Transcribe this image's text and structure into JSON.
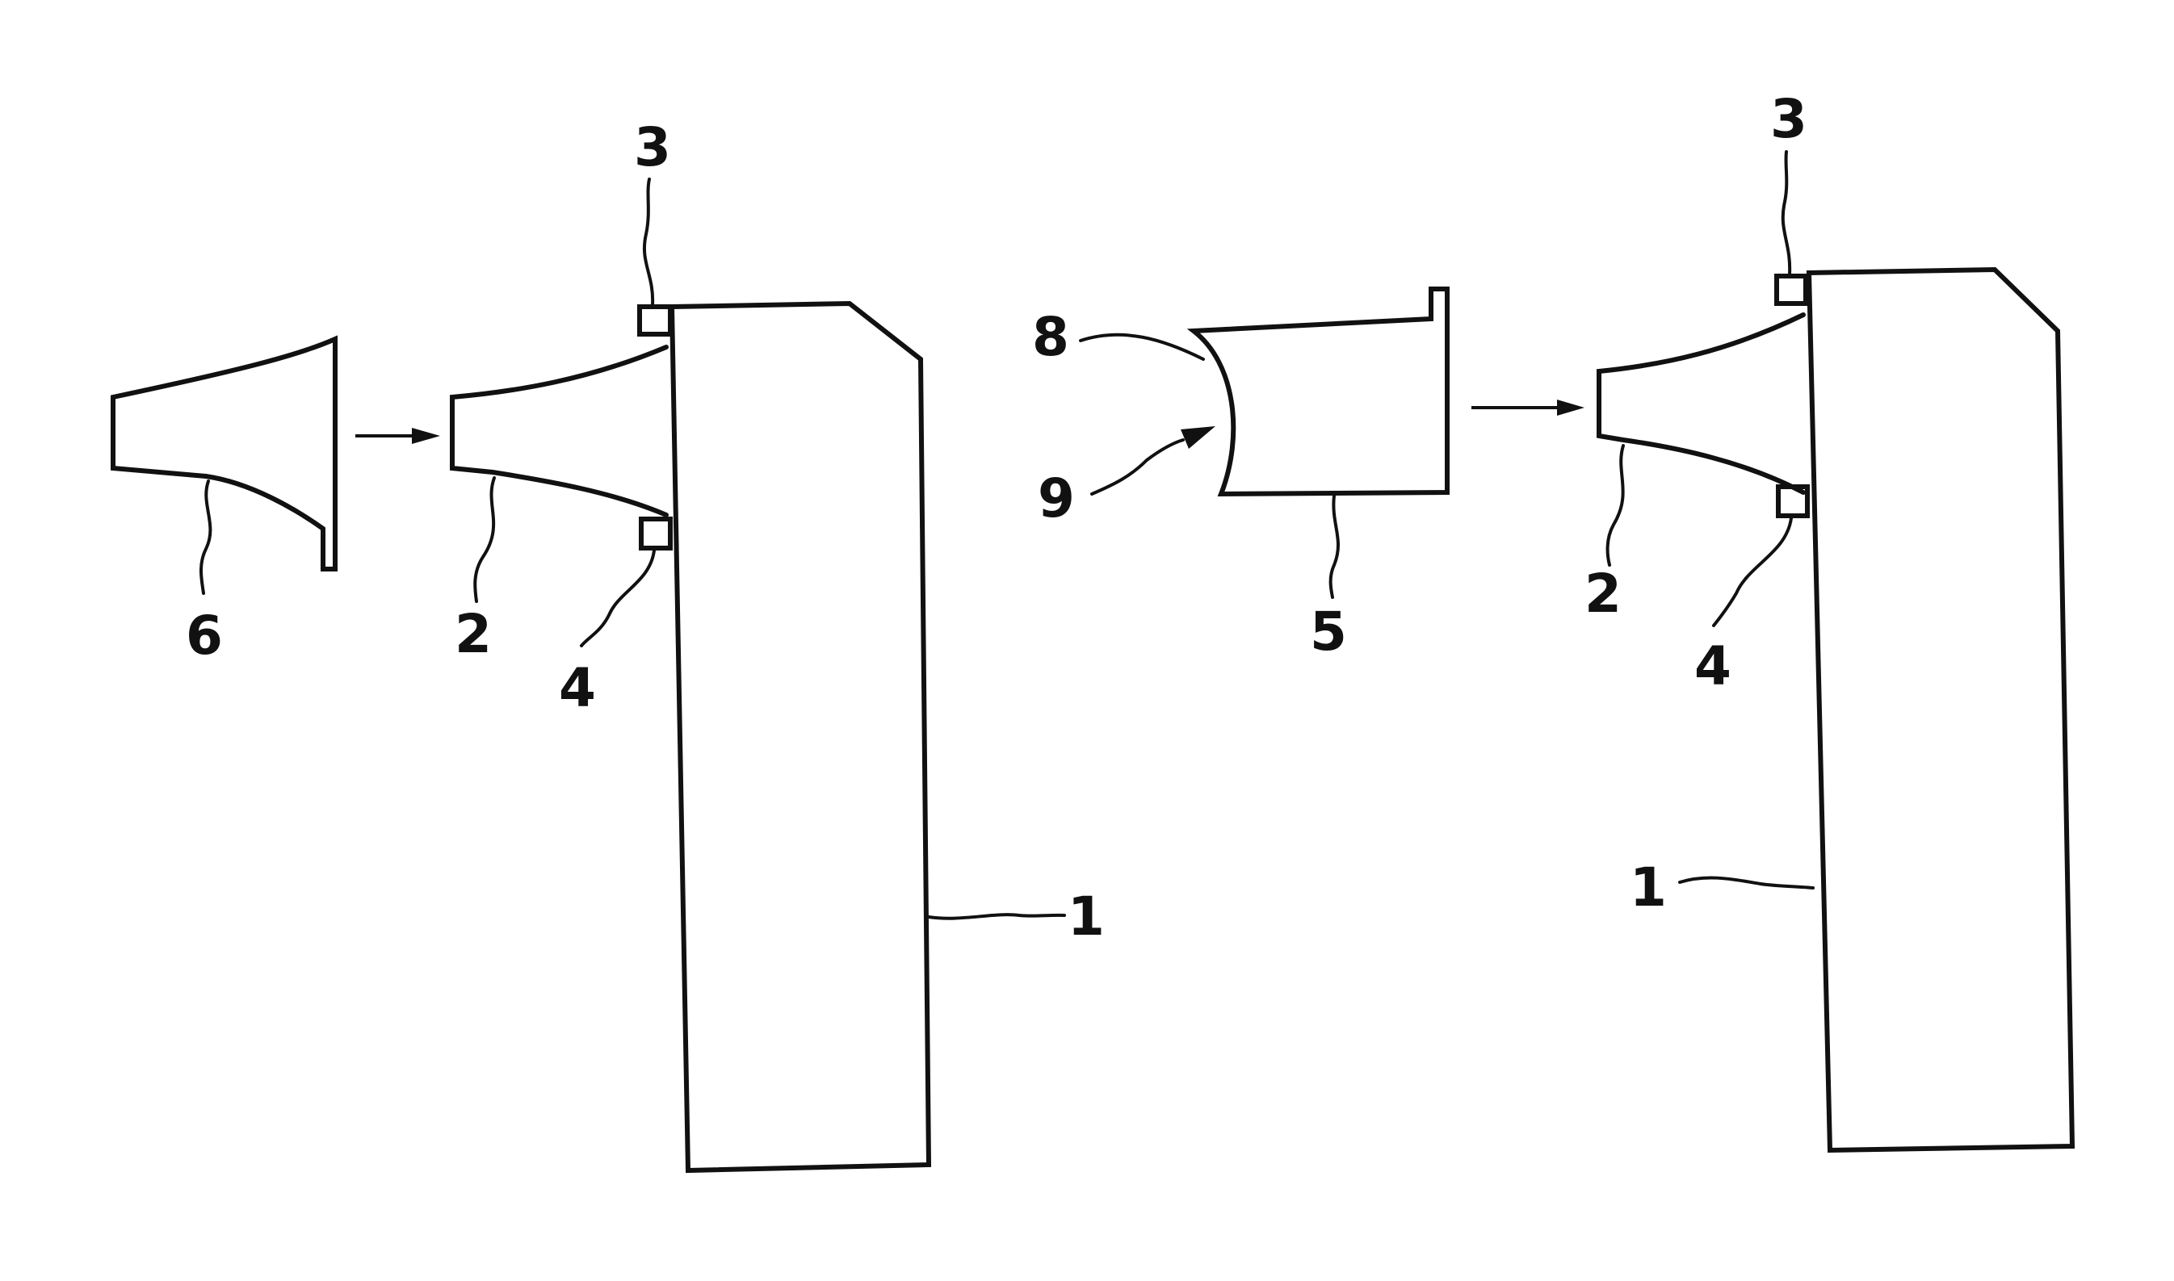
{
  "figure": {
    "colors": {
      "line": "#111111",
      "background": "#ffffff"
    },
    "left_assembly": {
      "label_ref6": "6",
      "label_ref2": "2",
      "label_ref3": "3",
      "label_ref4": "4",
      "label_ref1": "1"
    },
    "right_assembly": {
      "label_ref8": "8",
      "label_ref9": "9",
      "label_ref5": "5",
      "label_ref3": "3",
      "label_ref2": "2",
      "label_ref4": "4",
      "label_ref1": "1"
    }
  }
}
